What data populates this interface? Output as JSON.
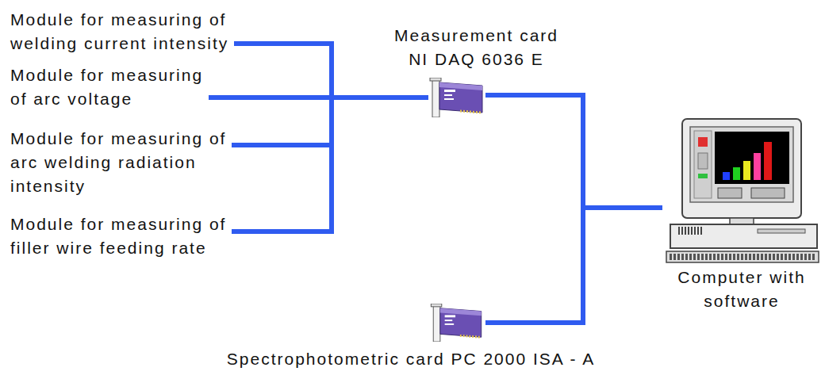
{
  "diagram": {
    "nodes": [
      {
        "text": [
          "Module for measuring of welding current intensity"
        ]
      },
      {
        "text": [
          "Module for measuring of arc voltage"
        ]
      },
      {
        "text": [
          "Module for measuring of arc welding radiation intensity"
        ]
      },
      {
        "text": [
          "Module for measuring of filler wire feeding rate"
        ]
      },
      {
        "text": [
          "Measurement card NI DAQ 6036 E"
        ]
      },
      {
        "text": [
          "Spectrophotometric card PC 2000 ISA - A"
        ]
      },
      {
        "text": [
          "Computer with software"
        ]
      }
    ],
    "edges": [
      {
        "from": 0,
        "to": 4,
        "arrow": "none"
      },
      {
        "from": 1,
        "to": 4,
        "arrow": "none"
      },
      {
        "from": 2,
        "to": 4,
        "arrow": "none"
      },
      {
        "from": 3,
        "to": 4,
        "arrow": "none"
      },
      {
        "from": 4,
        "to": 6,
        "arrow": "none"
      },
      {
        "from": 5,
        "to": 6,
        "arrow": "none"
      }
    ]
  }
}
